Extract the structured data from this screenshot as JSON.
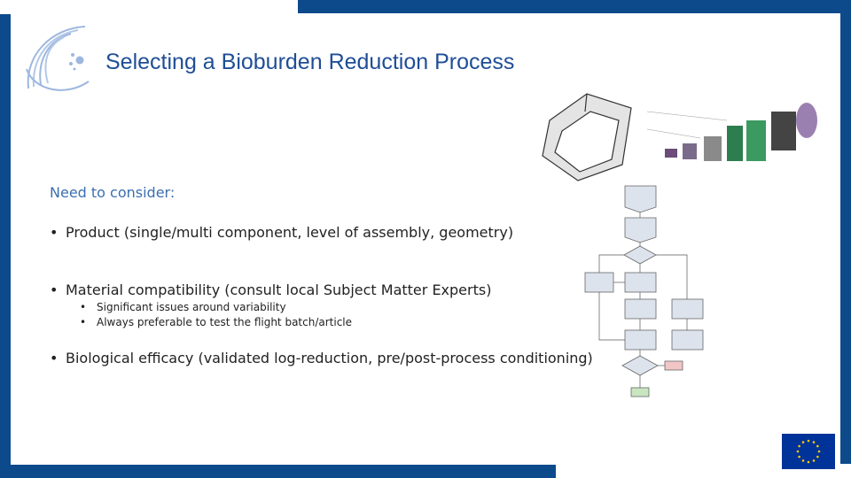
{
  "slide": {
    "title": "Selecting a Bioburden Reduction Process",
    "intro": "Need to consider:",
    "bullets": [
      "Product (single/multi component, level of assembly, geometry)",
      "Material compatibility (consult local Subject Matter Experts)",
      "Biological efficacy (validated log-reduction, pre/post-process conditioning)"
    ],
    "sub_bullets": [
      "Significant issues around variability",
      "Always preferable to test the flight batch/article"
    ]
  },
  "icons": {
    "bullet": "•",
    "logo": "agency-logo-icon",
    "flag": "eu-flag-icon"
  },
  "colors": {
    "frame": "#0d4a8c",
    "title": "#1f4e96",
    "intro": "#3b6fb0",
    "flag": "#003399",
    "stars": "#ffcc00"
  }
}
